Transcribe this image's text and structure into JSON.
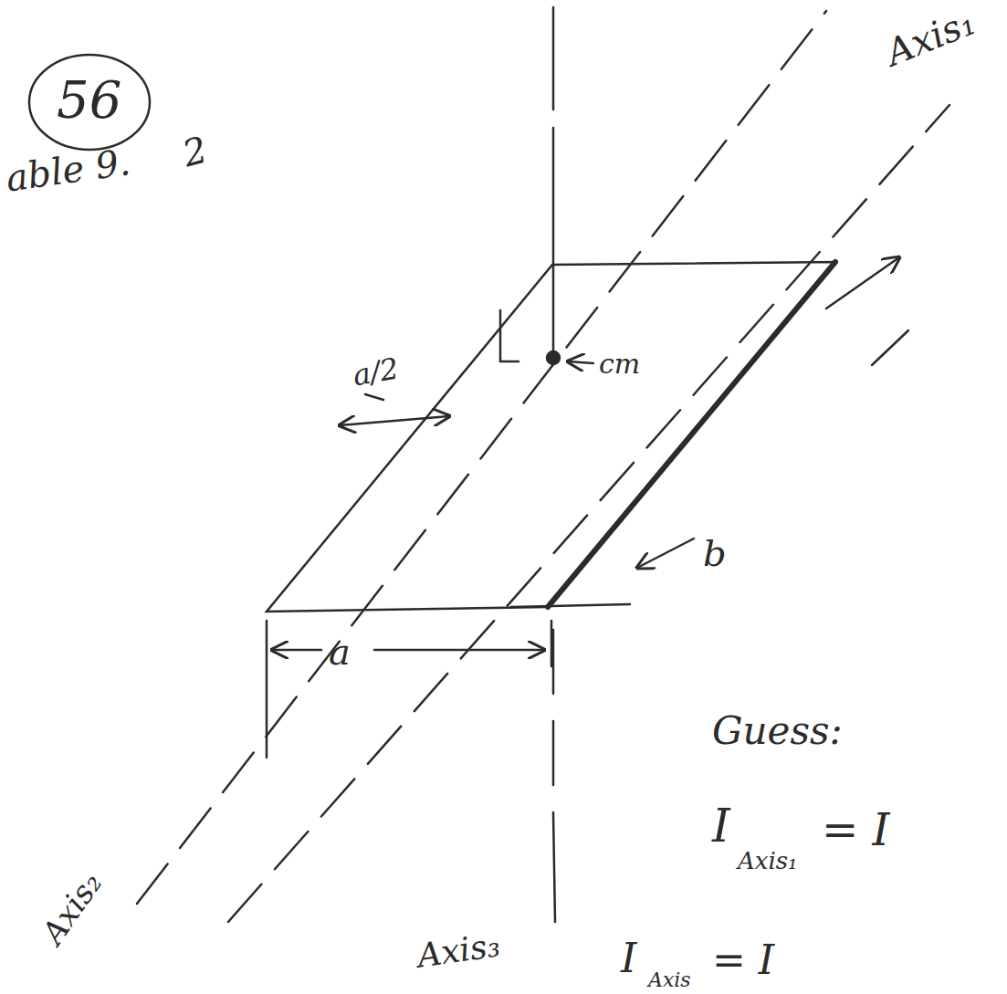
{
  "diagram": {
    "labels": [
      "56",
      "able 9.",
      "2",
      "Axis₁",
      "cm",
      "a/2",
      "b",
      "a",
      "Guess:",
      "I",
      "Axis₁",
      "= I",
      "Axis₂",
      "Axis₃",
      "I",
      "Axis",
      "= I"
    ]
  }
}
